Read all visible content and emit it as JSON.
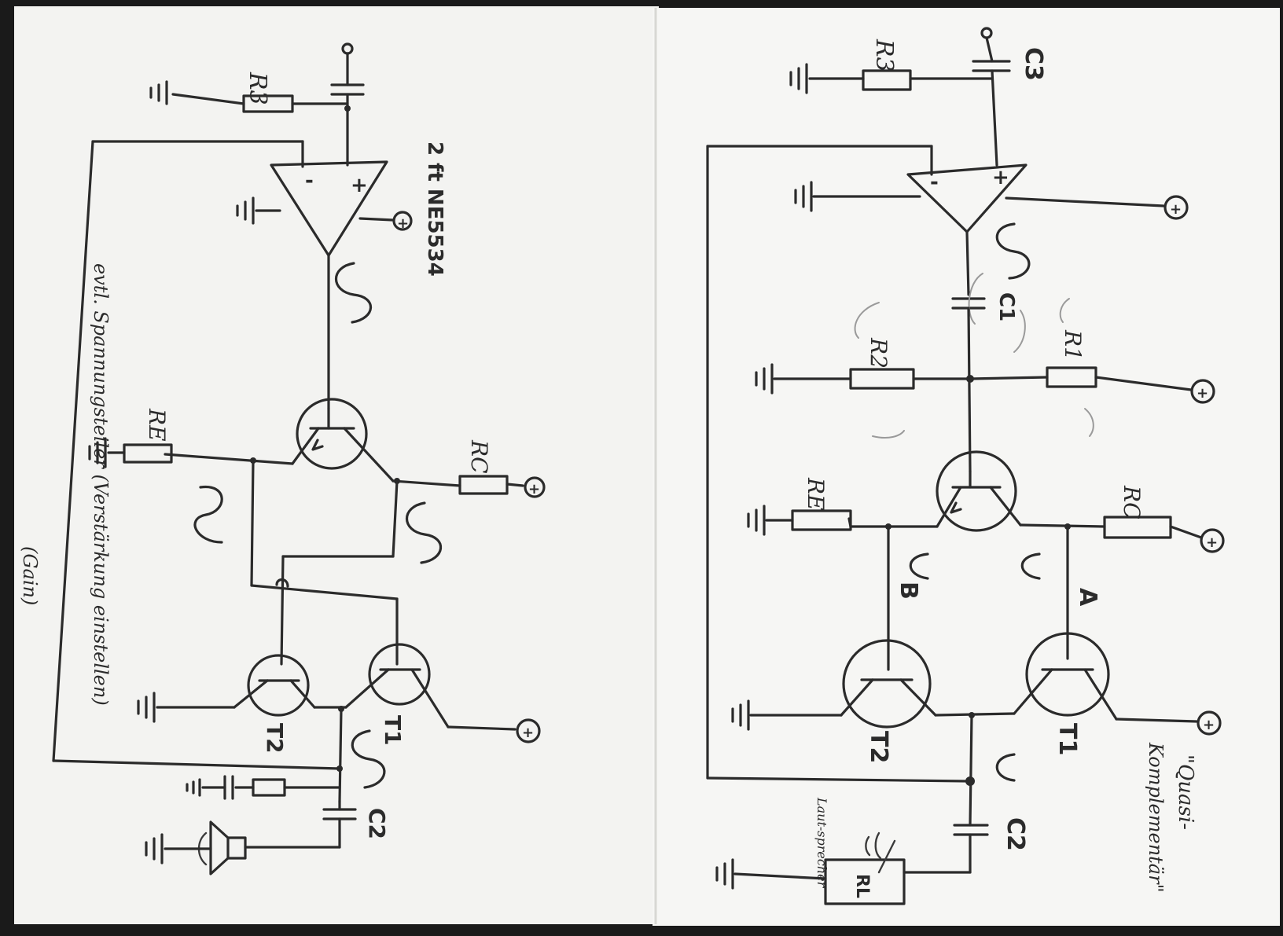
{
  "left_sheet": {
    "opamp_label": "2 ft NE5534",
    "note_line1": "evtl. Spannungsteiler (Verstärkung einstellen)",
    "note_line2": "(Gain)",
    "labels": {
      "r3": "R3",
      "re": "RE",
      "rc": "RC",
      "t1": "T1",
      "t2": "T2",
      "c2": "C2",
      "minus": "-",
      "plus": "+",
      "supply": "+"
    }
  },
  "right_sheet": {
    "labels": {
      "c3": "C3",
      "r3": "R3",
      "c1": "C1",
      "r1": "R1",
      "r2": "R2",
      "re": "RE",
      "rc": "RC",
      "node_a": "A",
      "node_b": "B",
      "t1": "T1",
      "t2": "T2",
      "c2": "C2",
      "rl": "RL",
      "minus": "-",
      "plus": "+",
      "supply": "+"
    },
    "speaker_note": "Laut-sprecher",
    "title_line1": "\"Quasi-",
    "title_line2": "Komplementär\""
  },
  "colors": {
    "paper": "#f4f4f2",
    "ink": "#2b2b2b",
    "border": "#1a1a1a"
  }
}
